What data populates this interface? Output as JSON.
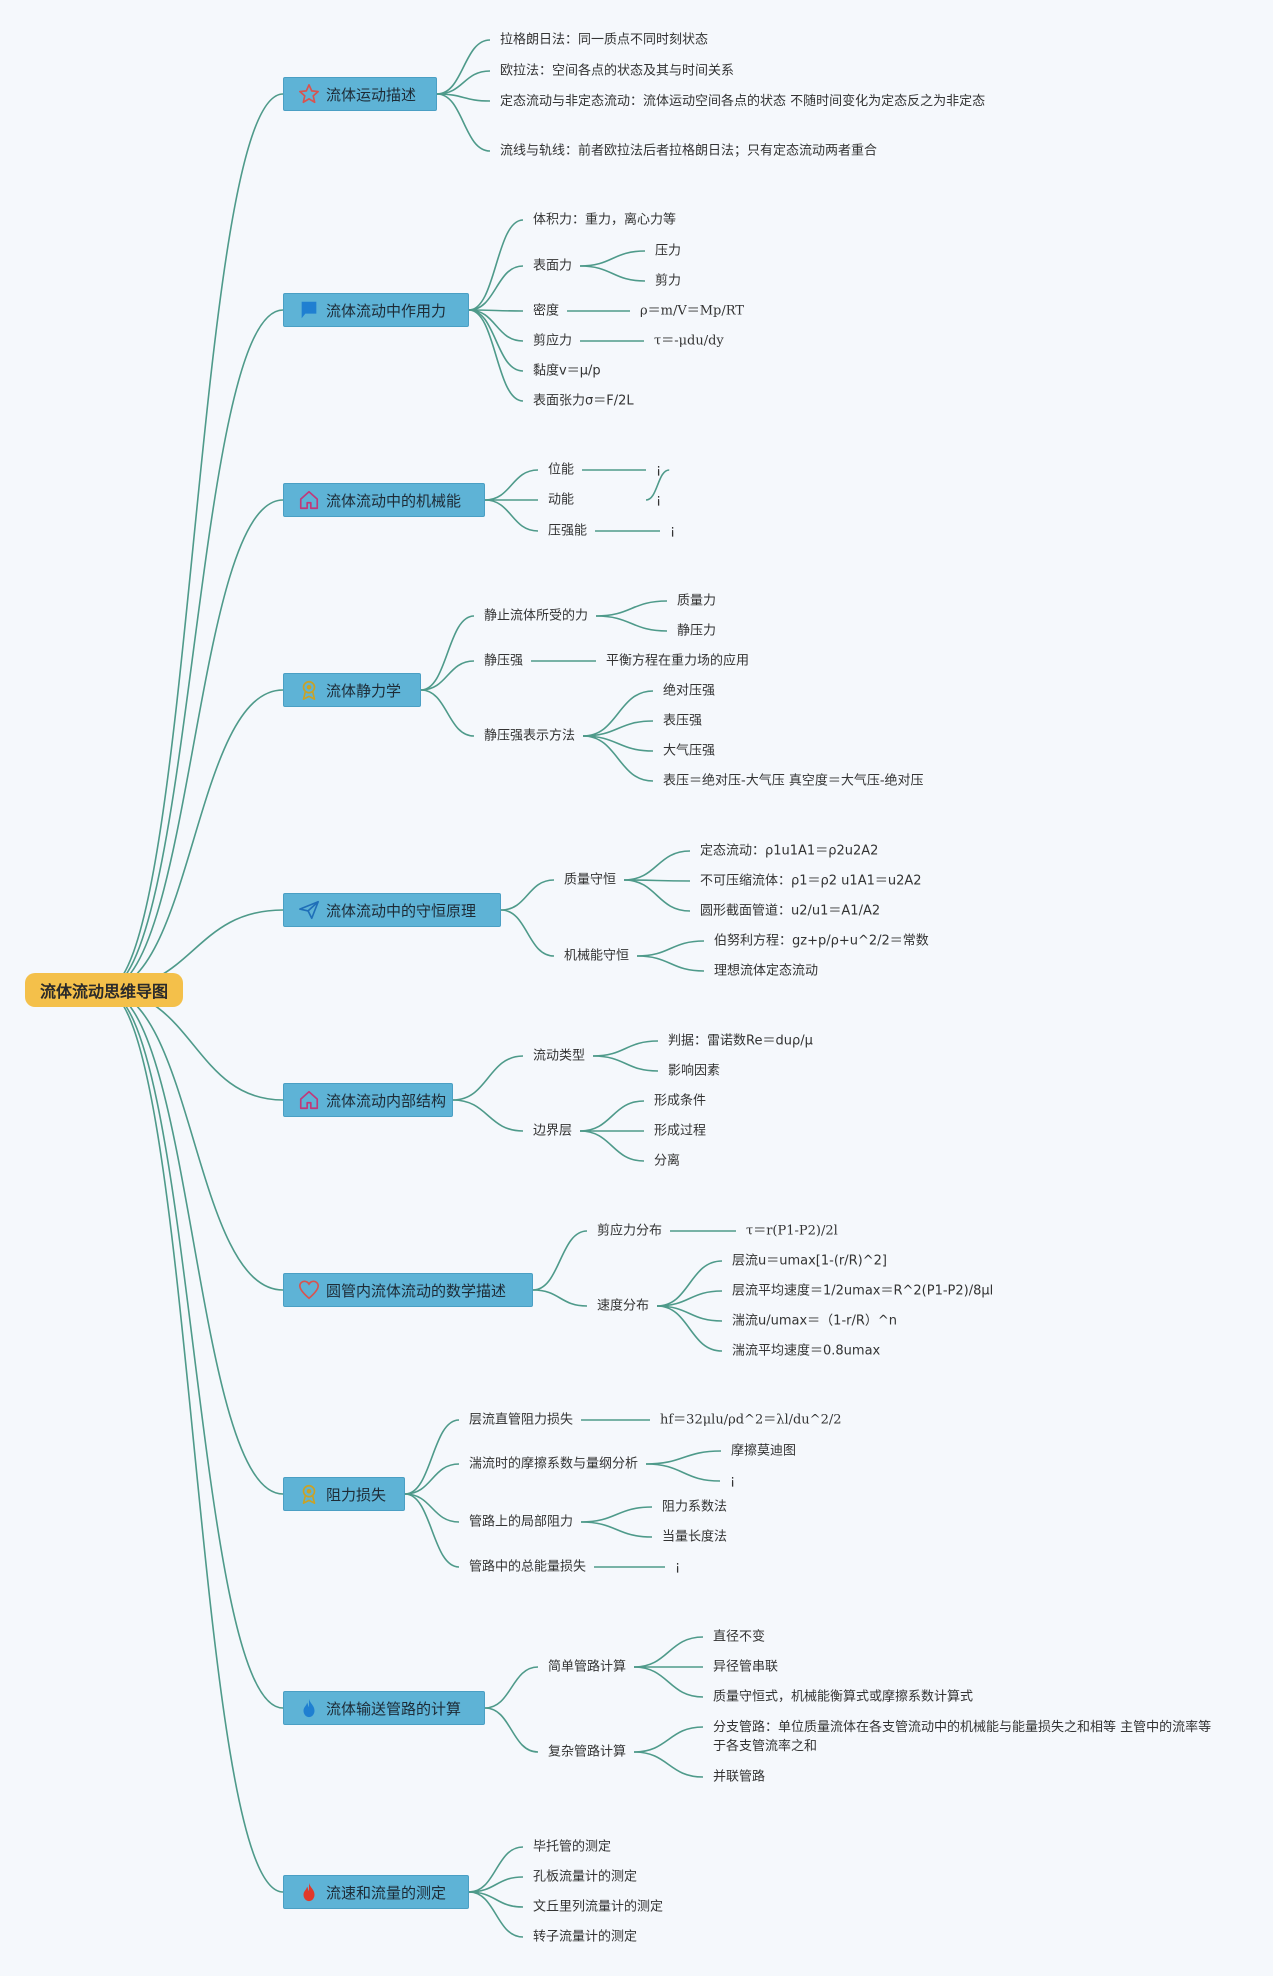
{
  "root": "流体流动思维导图",
  "colors": {
    "line": "#4e9a8a",
    "root_bg": "#f4c04a",
    "branch_bg": "#5eb3d6"
  },
  "branches": [
    {
      "label": "流体运动描述",
      "icon": "star-icon",
      "items": [
        "拉格朗日法：同一质点不同时刻状态",
        "欧拉法：空间各点的状态及其与时间关系",
        "定态流动与非定态流动：流体运动空间各点的状态 不随时间变化为定态反之为非定态",
        "流线与轨线：前者欧拉法后者拉格朗日法；只有定态流动两者重合"
      ]
    },
    {
      "label": "流体流动中作用力",
      "icon": "flag-icon",
      "items": [
        "体积力：重力，离心力等",
        "表面力",
        "压力",
        "剪力",
        "密度",
        "ρ＝m/V＝Mp/RT",
        "剪应力",
        "τ＝-μdu/dy",
        "黏度v＝μ/p",
        "表面张力σ＝F/2L"
      ]
    },
    {
      "label": "流体流动中的机械能",
      "icon": "house-icon",
      "items": [
        "位能",
        "¡",
        "动能",
        "¡",
        "压强能",
        "¡"
      ]
    },
    {
      "label": "流体静力学",
      "icon": "badge-icon",
      "items": [
        "静止流体所受的力",
        "质量力",
        "静压力",
        "静压强",
        "平衡方程在重力场的应用",
        "静压强表示方法",
        "绝对压强",
        "表压强",
        "大气压强",
        "表压＝绝对压-大气压 真空度＝大气压-绝对压"
      ]
    },
    {
      "label": "流体流动中的守恒原理",
      "icon": "send-icon",
      "items": [
        "质量守恒",
        "定态流动：ρ1u1A1＝ρ2u2A2",
        "不可压缩流体：ρ1＝ρ2 u1A1＝u2A2",
        "圆形截面管道：u2/u1＝A1/A2",
        "机械能守恒",
        "伯努利方程：gz+p/ρ+u^2/2＝常数",
        "理想流体定态流动"
      ]
    },
    {
      "label": "流体流动内部结构",
      "icon": "house-icon",
      "items": [
        "流动类型",
        "判据：雷诺数Re＝duρ/μ",
        "影响因素",
        "边界层",
        "形成条件",
        "形成过程",
        "分离"
      ]
    },
    {
      "label": "圆管内流体流动的数学描述",
      "icon": "heart-icon",
      "items": [
        "剪应力分布",
        "τ＝r(P1-P2)/2l",
        "速度分布",
        "层流u＝umax[1-(r/R)^2]",
        "层流平均速度＝1/2umax＝R^2(P1-P2)/8μl",
        "湍流u/umax＝（1-r/R）^n",
        "湍流平均速度＝0.8umax"
      ]
    },
    {
      "label": "阻力损失",
      "icon": "badge-icon",
      "items": [
        "层流直管阻力损失",
        "hf＝32μlu/ρd^2＝λl/du^2/2",
        "湍流时的摩擦系数与量纲分析",
        "摩擦莫迪图",
        "¡",
        "管路上的局部阻力",
        "阻力系数法",
        "当量长度法",
        "管路中的总能量损失",
        "¡"
      ]
    },
    {
      "label": "流体输送管路的计算",
      "icon": "flame-icon",
      "items": [
        "简单管路计算",
        "直径不变",
        "异径管串联",
        "质量守恒式，机械能衡算式或摩擦系数计算式",
        "复杂管路计算",
        "分支管路：单位质量流体在各支管流动中的机械能与能量损失之和相等 主管中的流率等于各支管流率之和",
        "并联管路"
      ]
    },
    {
      "label": "流速和流量的测定",
      "icon": "fire-icon",
      "items": [
        "毕托管的测定",
        "孔板流量计的测定",
        "文丘里列流量计的测定",
        "转子流量计的测定"
      ]
    }
  ]
}
